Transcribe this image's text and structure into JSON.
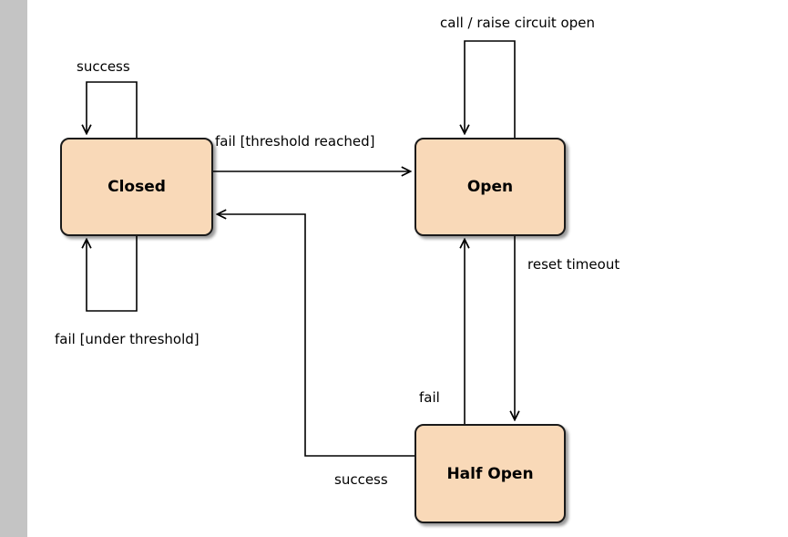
{
  "diagram": {
    "states": [
      {
        "label": "Closed"
      },
      {
        "label": "Open"
      },
      {
        "label": "Half Open"
      }
    ],
    "transitions": [
      {
        "from": "Closed",
        "to": "Closed",
        "label": "success"
      },
      {
        "from": "Closed",
        "to": "Closed",
        "label": "fail [under threshold]"
      },
      {
        "from": "Closed",
        "to": "Open",
        "label": "fail [threshold reached]"
      },
      {
        "from": "Open",
        "to": "Open",
        "label": "call / raise circuit open"
      },
      {
        "from": "Open",
        "to": "Half Open",
        "label": "reset timeout"
      },
      {
        "from": "Half Open",
        "to": "Open",
        "label": "fail"
      },
      {
        "from": "Half Open",
        "to": "Closed",
        "label": "success"
      }
    ]
  },
  "colors": {
    "state_fill": "#f9d9b8",
    "state_border": "#1a1a1a",
    "arrow": "#000000",
    "label_text": "#000000",
    "background": "#ffffff",
    "gutter": "#c4c4c4"
  }
}
